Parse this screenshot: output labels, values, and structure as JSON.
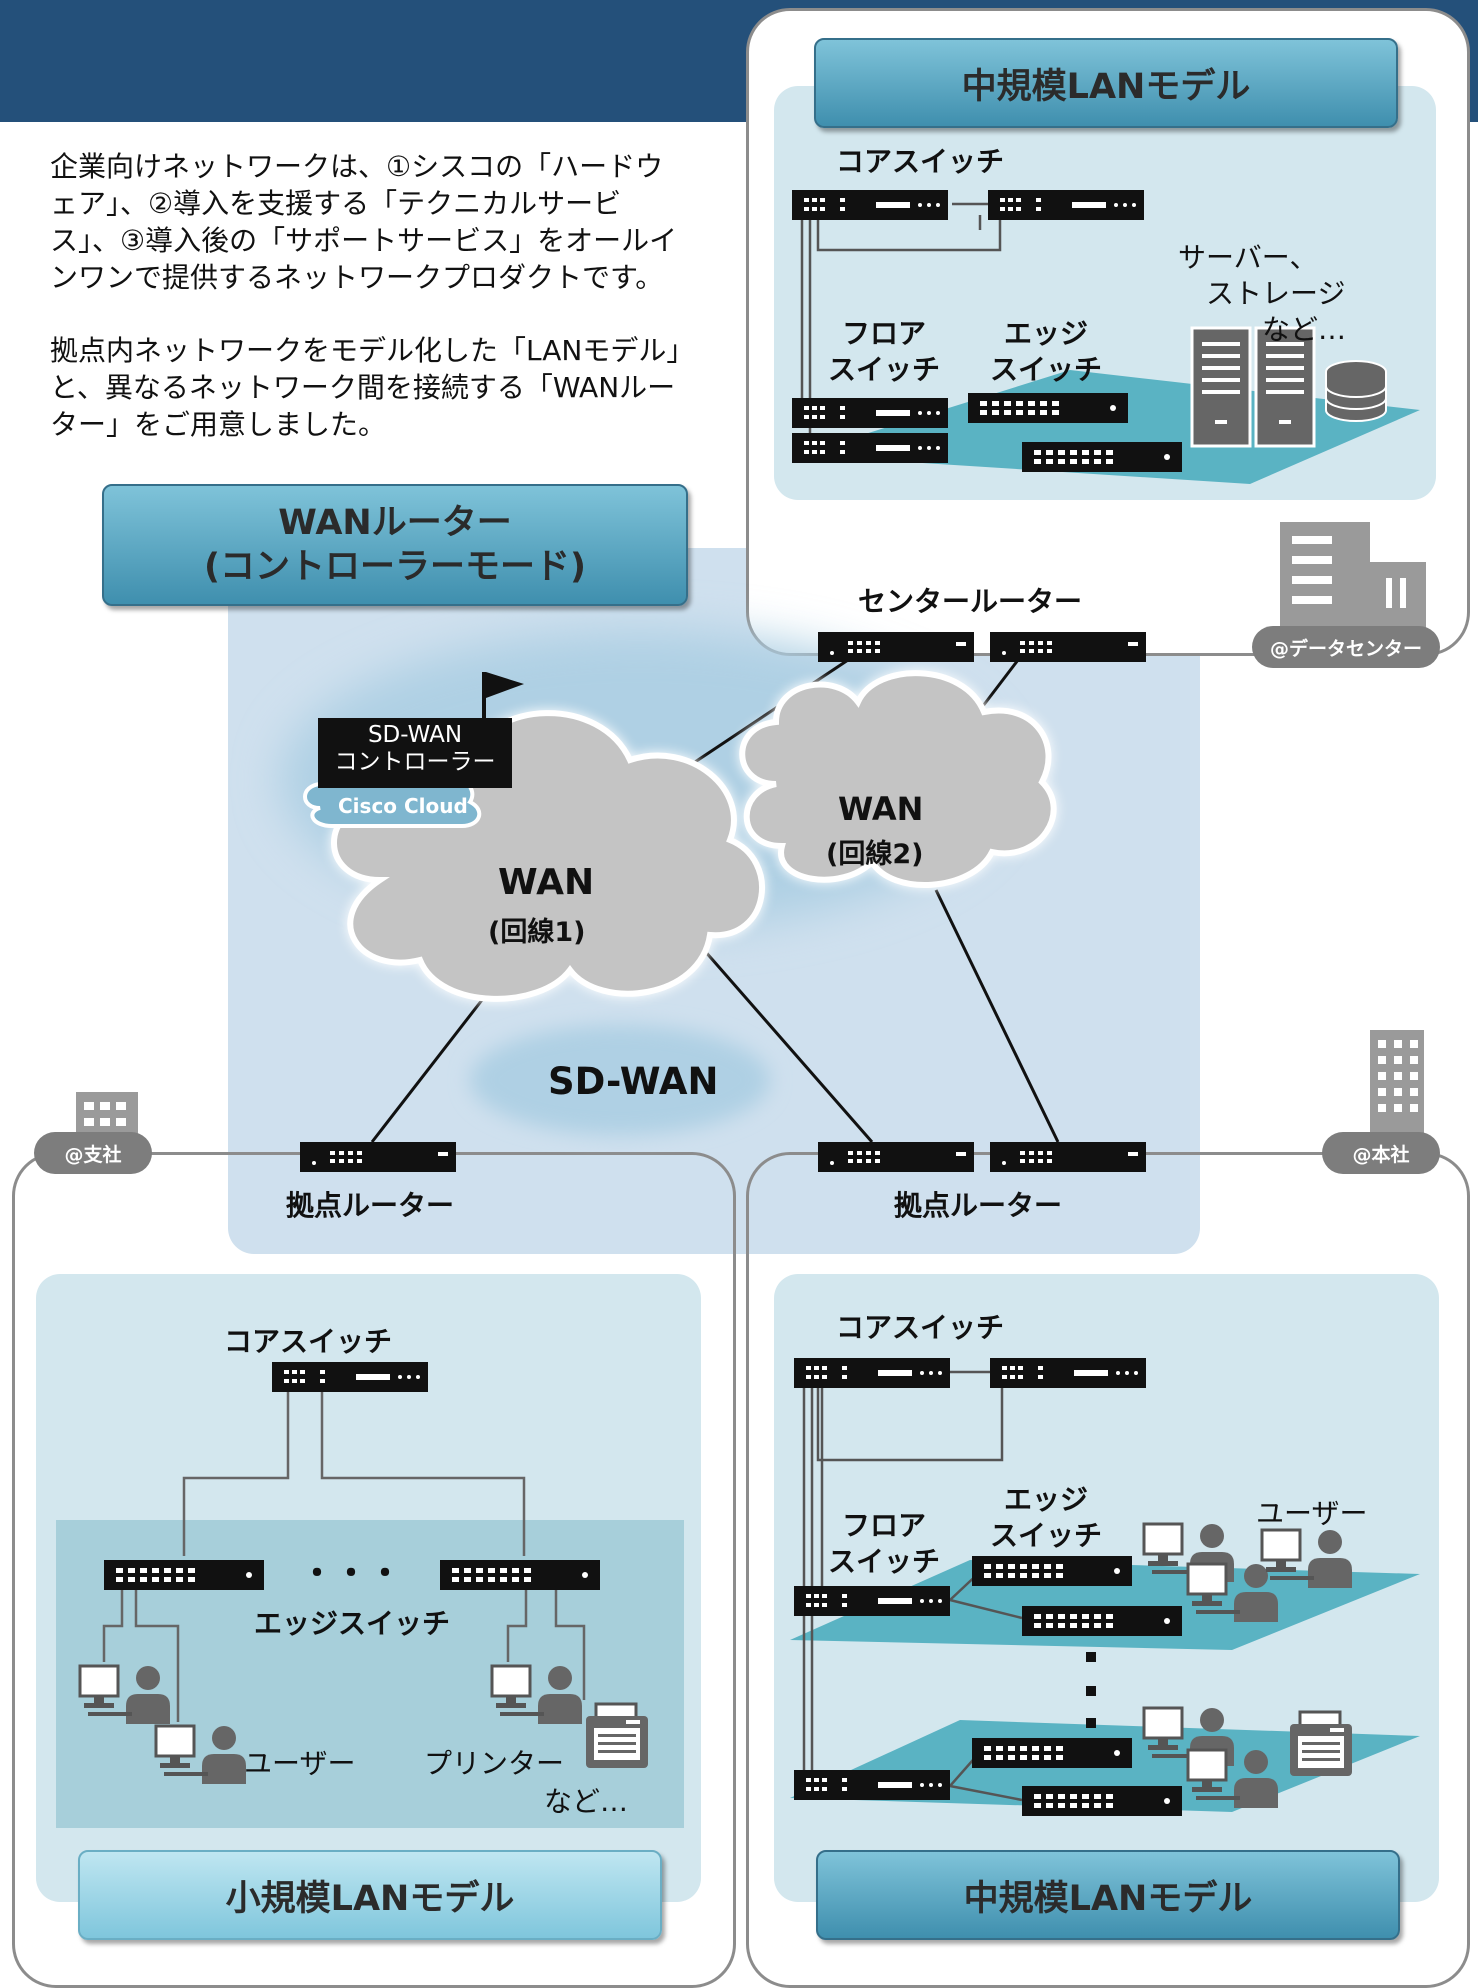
{
  "intro": {
    "paragraph1": "企業向けネットワークは、①シスコの「ハードウェア」、②導入を支援する「テクニカルサービス」、③導入後の「サポートサービス」をオールインワンで提供するネットワークプロダクトです。",
    "paragraph2": "拠点内ネットワークをモデル化した「LANモデル」と、異なるネットワーク間を接続する「WANルーター」をご用意しました。"
  },
  "wan_router_banner": "WANルーター\n(コントローラーモード)",
  "datacenter": {
    "banner": "中規模LANモデル",
    "core_switch": "コアスイッチ",
    "floor_switch": "フロア\nスイッチ",
    "edge_switch": "エッジ\nスイッチ",
    "servers": "サーバー、\n　ストレージ\n　　　など…",
    "location_badge": "@データセンター",
    "center_router": "センタールーター"
  },
  "sdwan": {
    "controller_label": "SD-WAN\nコントローラー",
    "cloud_label": "Cisco Cloud",
    "wan1": "WAN",
    "wan1_sub": "(回線1)",
    "wan2": "WAN",
    "wan2_sub": "(回線2)",
    "center_label": "SD-WAN"
  },
  "branch": {
    "location_badge": "@支社",
    "router": "拠点ルーター",
    "core_switch": "コアスイッチ",
    "ellipsis": "・・・",
    "edge_switch": "エッジスイッチ",
    "user": "ユーザー",
    "printer": "プリンター",
    "etc": "など…",
    "banner": "小規模LANモデル"
  },
  "hq": {
    "location_badge": "@本社",
    "router": "拠点ルーター",
    "core_switch": "コアスイッチ",
    "floor_switch": "フロア\nスイッチ",
    "edge_switch": "エッジ\nスイッチ",
    "user": "ユーザー",
    "banner": "中規模LANモデル"
  },
  "colors": {
    "header_bar": "#24507a",
    "sdwan_panel": "#cfe0ee",
    "lan_panel": "#d3e7ee",
    "floor_plane": "#5ab3c3",
    "device": "#111111",
    "cloud": "#c4c4c4"
  }
}
